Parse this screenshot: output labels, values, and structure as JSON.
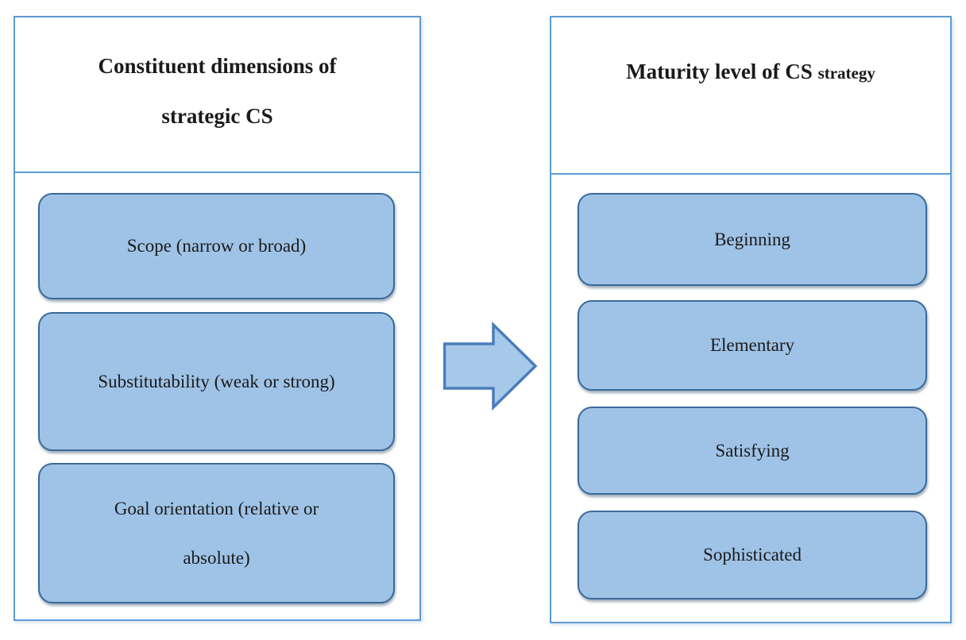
{
  "diagram": {
    "left_panel": {
      "title_line1": "Constituent dimensions of",
      "title_line2": "strategic CS",
      "boxes": [
        {
          "label": "Scope (narrow or broad)"
        },
        {
          "label": "Substitutability (weak or strong)"
        },
        {
          "label": "Goal orientation (relative or absolute)"
        }
      ]
    },
    "right_panel": {
      "title_main": "Maturity level of CS ",
      "title_small": "strategy",
      "boxes": [
        {
          "label": "Beginning"
        },
        {
          "label": "Elementary"
        },
        {
          "label": "Satisfying"
        },
        {
          "label": "Sophisticated"
        }
      ]
    },
    "connector": {
      "type": "block-arrow-right"
    },
    "colors": {
      "panel_border": "#5b9bd5",
      "box_fill": "#9fc3e7",
      "box_border": "#3a6a99",
      "arrow_fill": "#a6c9ea",
      "arrow_border": "#4a7dba",
      "text": "#1a1a1a",
      "background": "#ffffff"
    }
  }
}
